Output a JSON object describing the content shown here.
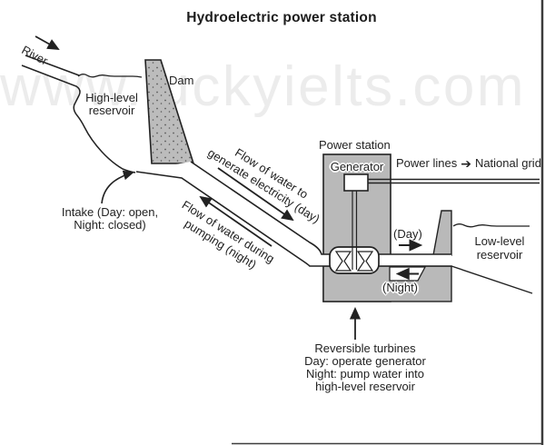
{
  "title": "Hydroelectric power station",
  "watermark": "www.luckyielts.com",
  "colors": {
    "structure_gray": "#b9b9b9",
    "line": "#222222",
    "watermark_gray": "#ececec",
    "background": "#ffffff"
  },
  "icons": {
    "power_flow_arrow": "➔"
  },
  "labels": {
    "river": "River",
    "dam": "Dam",
    "high_reservoir": [
      "High-level",
      "reservoir"
    ],
    "intake": [
      "Intake (Day: open,",
      "Night: closed)"
    ],
    "flow_day": [
      "Flow of water to",
      "generate electricity (day)"
    ],
    "flow_night": [
      "Flow of water during",
      "pumping (night)"
    ],
    "power_station": "Power station",
    "generator": "Generator",
    "power_lines": "Power lines",
    "national_grid": "National grid",
    "day": "(Day)",
    "night": "(Night)",
    "low_reservoir": [
      "Low-level",
      "reservoir"
    ],
    "turbine_note": [
      "Reversible turbines",
      "Day: operate generator",
      "Night: pump water into",
      "high-level reservoir"
    ]
  }
}
